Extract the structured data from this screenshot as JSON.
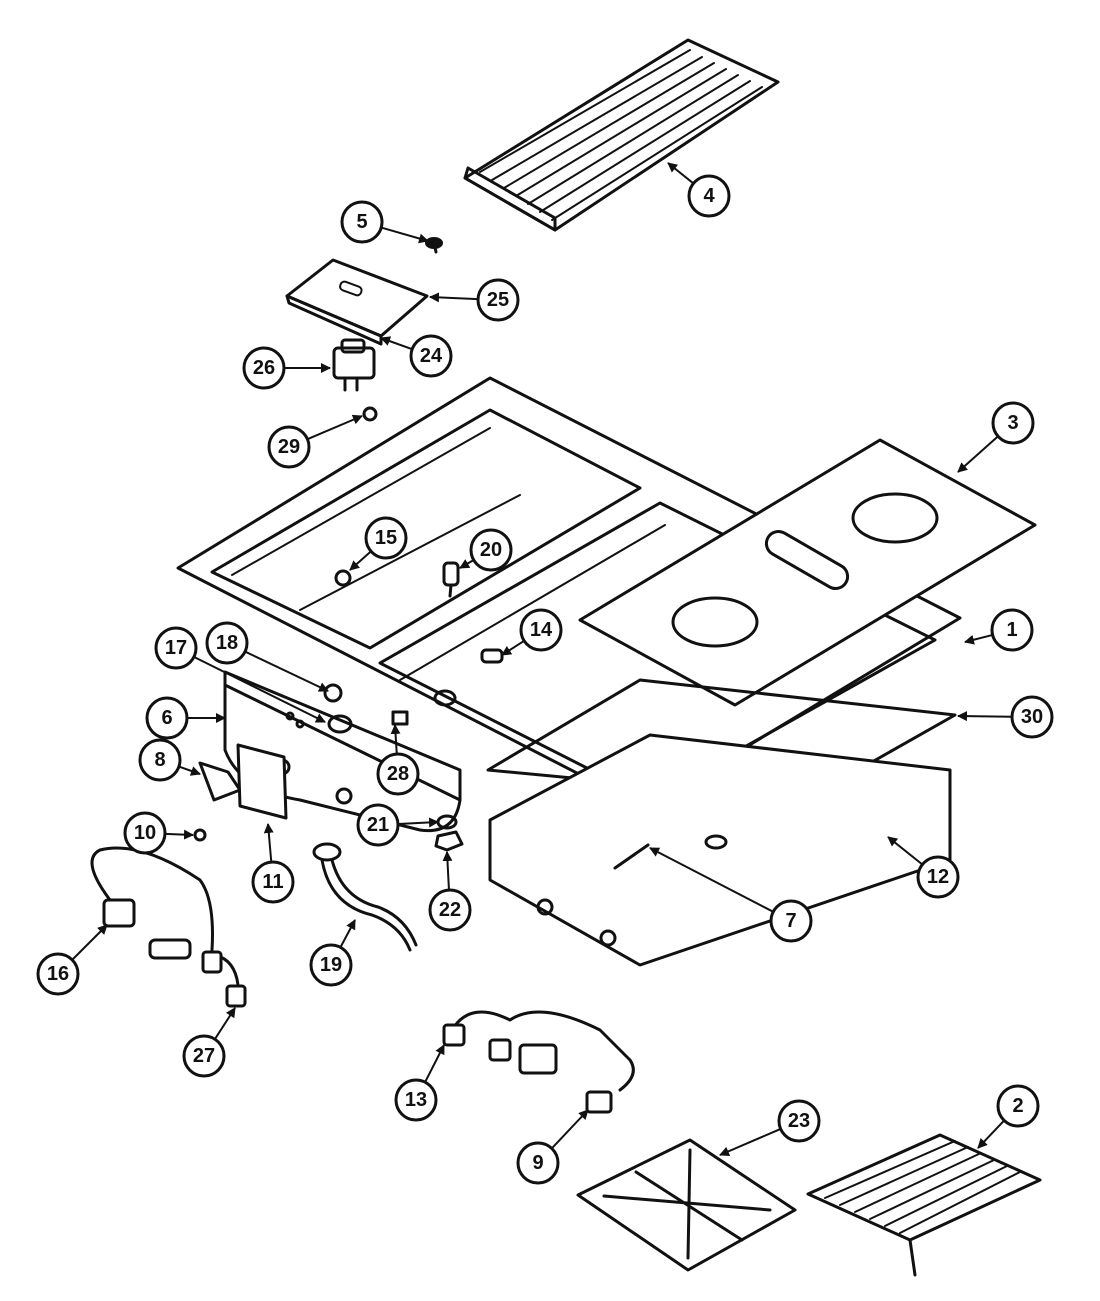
{
  "callouts": [
    {
      "label": "1"
    },
    {
      "label": "2"
    },
    {
      "label": "3"
    },
    {
      "label": "4"
    },
    {
      "label": "5"
    },
    {
      "label": "6"
    },
    {
      "label": "7"
    },
    {
      "label": "8"
    },
    {
      "label": "9"
    },
    {
      "label": "10"
    },
    {
      "label": "11"
    },
    {
      "label": "12"
    },
    {
      "label": "13"
    },
    {
      "label": "14"
    },
    {
      "label": "15"
    },
    {
      "label": "16"
    },
    {
      "label": "17"
    },
    {
      "label": "18"
    },
    {
      "label": "19"
    },
    {
      "label": "20"
    },
    {
      "label": "21"
    },
    {
      "label": "22"
    },
    {
      "label": "23"
    },
    {
      "label": "24"
    },
    {
      "label": "25"
    },
    {
      "label": "26"
    },
    {
      "label": "27"
    },
    {
      "label": "28"
    },
    {
      "label": "29"
    },
    {
      "label": "30"
    }
  ]
}
